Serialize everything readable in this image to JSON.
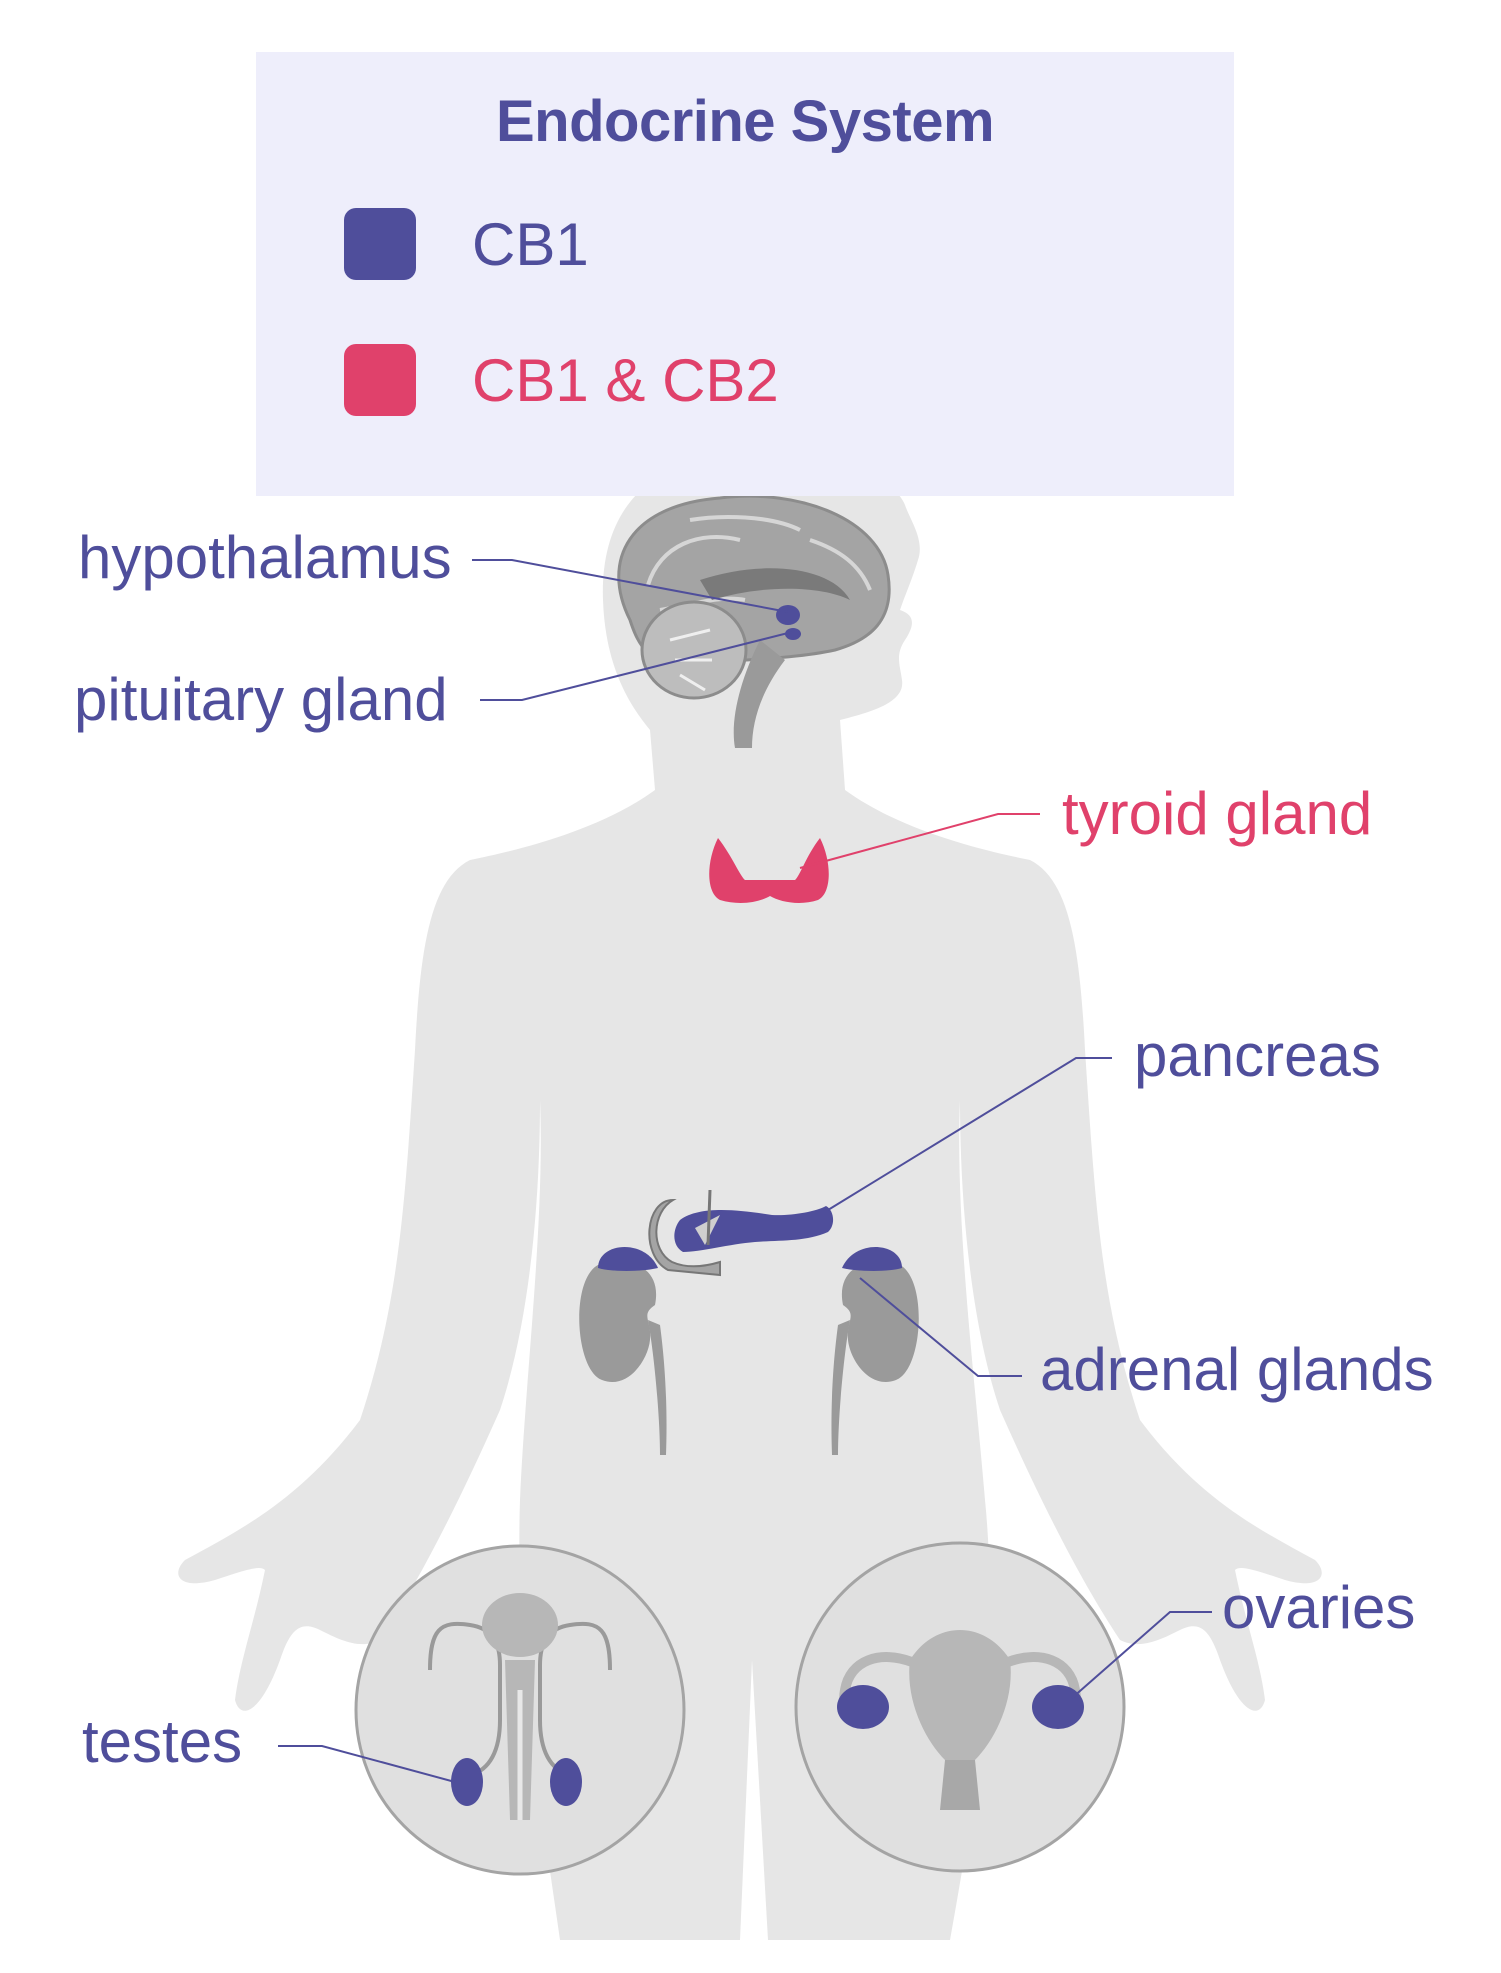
{
  "legend": {
    "title": "Endocrine System",
    "items": [
      {
        "label": "CB1",
        "color": "#4f4e9b"
      },
      {
        "label": "CB1 & CB2",
        "color": "#e0416b"
      }
    ]
  },
  "labels": {
    "hypothalamus": "hypothalamus",
    "pituitary": "pituitary gland",
    "thyroid": "tyroid gland",
    "pancreas": "pancreas",
    "adrenal": "adrenal glands",
    "ovaries": "ovaries",
    "testes": "testes"
  },
  "colors": {
    "body": "#e6e6e6",
    "organ": "#9a9a9a",
    "cb1": "#4f4e9b",
    "cb1_cb2": "#e0416b",
    "legend_bg": "#eeeefb"
  }
}
